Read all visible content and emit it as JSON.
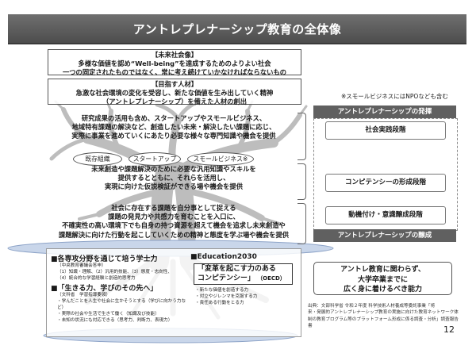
{
  "header": {
    "title": "アントレプレナーシップ教育の全体像"
  },
  "future_society": {
    "heading": "【未来社会像】",
    "line1": "多様な価値を認め“Well-being”を達成するためのよりよい社会",
    "line2": "一つの固定されたものではなく、常に考え続けていかなければならないもの"
  },
  "target_talent": {
    "heading": "【目指す人材】",
    "line1": "急激な社会環境の変化を受容し、新たな価値を生み出していく精神",
    "line2": "（アントレプレナーシップ）を備えた人材の創出"
  },
  "npo_note": "※スモールビジネスにはNPOなども含む",
  "development": {
    "header_top": "アントレプレナーシップの発揮",
    "stage_social": "社会実践段階",
    "stage_competency": "コンピテンシーの形成段階",
    "stage_motivation": "動機付け・意識醸成段階",
    "header_bottom": "アントレプレナーシップの醸成"
  },
  "social_practice_text": {
    "line1": "研究成果の活用も含め、スタートアップやスモールビジネス、",
    "line2": "地域特有課題の解決など、創造したい未来・解決したい課題に応じ、",
    "line3": "実際に事業を進めていくにあたり必要な様々な専門知識や機会を提供"
  },
  "ovals": {
    "existing": "既存組織",
    "startup": "スタートアップ",
    "small_business": "スモールビジネス※"
  },
  "competency_text": {
    "line1": "未来創造や課題解決のために必要な汎用知識やスキルを",
    "line2": "提供するとともに、それらを活用し、",
    "line3": "実現に向けた仮説検証ができる場や機会を提供"
  },
  "motivation_text": {
    "line1": "社会に存在する課題を自分事として捉える",
    "line2": "課題の発見力や共感力を育むことを入口に、",
    "line3": "不確実性の高い環境下でも自身の持つ資源を超えて機会を追求し未来創造や",
    "line4": "課題解決に向けた行動を起こしていくための精神と態度を学ぶ場や機会を提供"
  },
  "bottom_left": {
    "title1": "■各専攻分野を通じて培う学士力",
    "sub1_line1": "（中央教育審議会答申）",
    "sub1_line2": "（1）知識・理解、（2）汎用的技能、（3）態度・志向性、",
    "sub1_line3": "（4）統合的な学習経験と創造的思考力",
    "title2": "■「生きる力、学びのその先へ」",
    "sub2_line1": "（文科省　学習指導要領）",
    "sub2_line2": "・学んだことを人生や社会に生かそうとする（学びに向かう力など）",
    "sub2_line3": "・実際の社会や生活で生きて働く（知識及び技能）",
    "sub2_line4": "・未知の状況にも対応できる（思考力、判断力、表現力）"
  },
  "bottom_right": {
    "title": "■Education2030",
    "box_line1": "「変革を起こす力のある",
    "box_line2": "コンピテンシー」",
    "oecd": "（OECD）",
    "sub_line1": "・新たな価値を創造する力",
    "sub_line2": "・対立やジレンマを克服する力",
    "sub_line3": "・責任ある行動をとる力"
  },
  "final": {
    "line1": "アントレ教育に関わらず、",
    "line2": "大学卒業までに",
    "line3": "広く身に着けるべき能力"
  },
  "source": {
    "line1": "出典：文部科学省 令和２年度 科学技術人材養成等委託事業「将",
    "line2": "来・発展的アントレプレナーシップ教育の実施に向けた教育ネットワーク体",
    "line3": "制の教育プログラム等のプラットフォーム形成に係る調査・分析」調査報告書"
  },
  "page_number": "12",
  "colors": {
    "title_bar": "#5a5a5a",
    "tree": "#b9b9b9",
    "ground": "#9fb4d6"
  }
}
